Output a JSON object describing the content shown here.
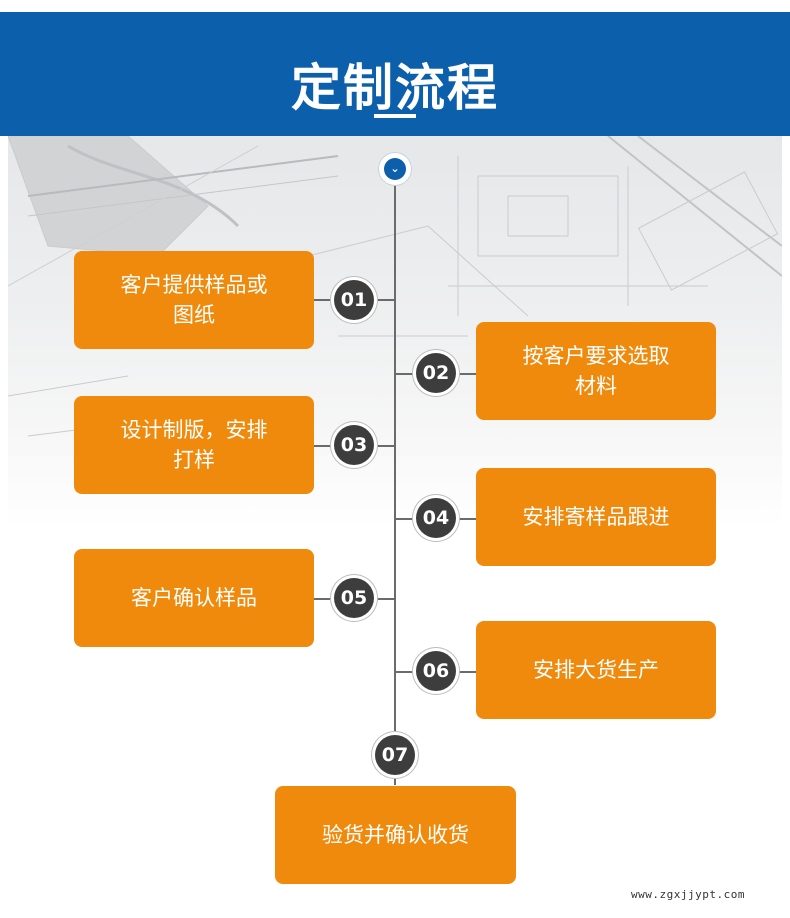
{
  "header": {
    "title": "定制流程",
    "background_color": "#0c5faa"
  },
  "top_icon": "double-chevron-down-icon",
  "steps": [
    {
      "number": "01",
      "text": "客户提供样品或图纸",
      "side": "left"
    },
    {
      "number": "02",
      "text": "按客户要求选取材料",
      "side": "right"
    },
    {
      "number": "03",
      "text": "设计制版，安排打样",
      "side": "left"
    },
    {
      "number": "04",
      "text": "安排寄样品跟进",
      "side": "right"
    },
    {
      "number": "05",
      "text": "客户确认样品",
      "side": "left"
    },
    {
      "number": "06",
      "text": "安排大货生产",
      "side": "right"
    },
    {
      "number": "07",
      "text": "验货并确认收货",
      "side": "bottom"
    }
  ],
  "colors": {
    "step_box": "#f08a0c",
    "badge": "#3d3d3d",
    "timeline": "#6b6b6b"
  },
  "watermark": "www.zgxjjypt.com"
}
